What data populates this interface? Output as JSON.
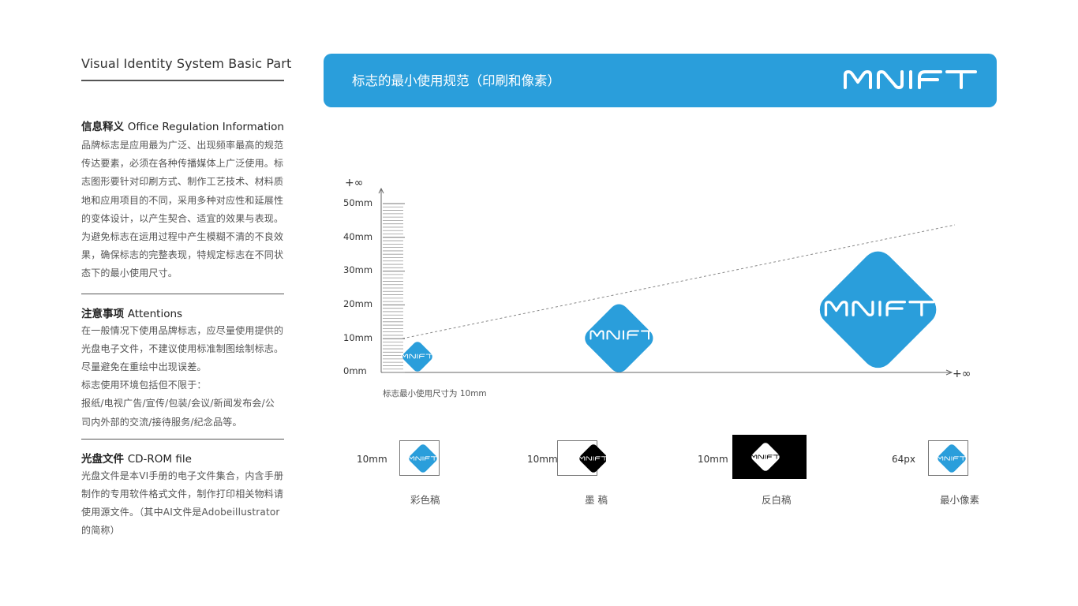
{
  "sidebar": {
    "title": "Visual Identity System Basic Part",
    "sections": [
      {
        "heading_cn": "信息释义",
        "heading_en": "Office Regulation Information",
        "lines": [
          "品牌标志是应用最为广泛、出现频率最高的规范",
          "传达要素，必须在各种传播媒体上广泛使用。标",
          "志图形要针对印刷方式、制作工艺技术、材料质",
          "地和应用项目的不同，采用多种对应性和延展性",
          "的变体设计，以产生契合、适宜的效果与表现。",
          "为避免标志在运用过程中产生模糊不清的不良效",
          "果，确保标志的完整表现，特规定标志在不同状",
          "态下的最小使用尺寸。"
        ]
      },
      {
        "heading_cn": "注意事项",
        "heading_en": "Attentions",
        "lines": [
          "在一般情况下使用品牌标志，应尽量使用提供的",
          "光盘电子文件，不建议使用标准制图绘制标志。",
          "尽量避免在重绘中出现误差。",
          "标志使用环境包括但不限于：",
          "报纸/电视广告/宣传/包装/会议/新闻发布会/公",
          "司内外部的交流/接待服务/纪念品等。"
        ]
      },
      {
        "heading_cn": "光盘文件",
        "heading_en": "CD-ROM file",
        "lines": [
          "光盘文件是本VI手册的电子文件集合，内含手册",
          "制作的专用软件格式文件，制作打印相关物料请",
          "使用源文件。（其中AI文件是Adobeillustrator",
          "的简称）"
        ]
      }
    ]
  },
  "banner": {
    "title": "标志的最小使用规范（印刷和像素）",
    "logo_text": "MNIFT"
  },
  "diagram": {
    "y_infinity": "+∞",
    "x_infinity": "+∞",
    "y_ticks": [
      "50mm",
      "40mm",
      "30mm",
      "20mm",
      "10mm",
      "0mm"
    ],
    "caption": "标志最小使用尺寸为 10mm",
    "logo_text": "MNIFT"
  },
  "variants": [
    {
      "size": "10mm",
      "caption": "彩色稿"
    },
    {
      "size": "10mm",
      "caption": "墨 稿"
    },
    {
      "size": "10mm",
      "caption": "反白稿"
    },
    {
      "size": "64px",
      "caption": "最小像素"
    }
  ],
  "colors": {
    "brand_blue": "#2a9edb",
    "black": "#000000",
    "white": "#ffffff"
  }
}
